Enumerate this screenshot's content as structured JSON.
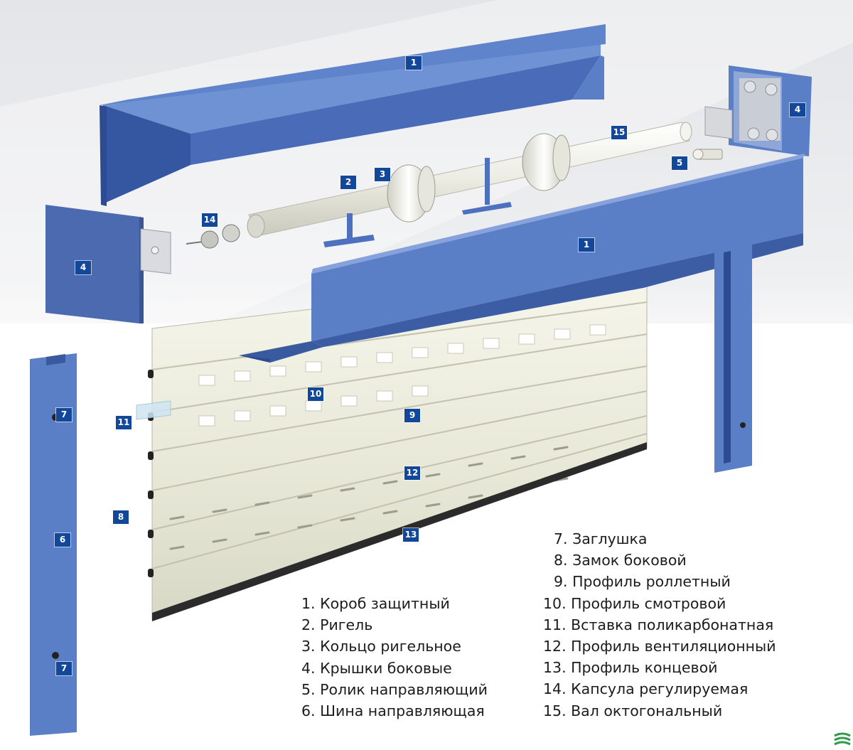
{
  "markers": {
    "m1a": "1",
    "m1b": "1",
    "m2": "2",
    "m3": "3",
    "m4a": "4",
    "m4b": "4",
    "m5": "5",
    "m6": "6",
    "m7a": "7",
    "m7b": "7",
    "m8": "8",
    "m9": "9",
    "m10": "10",
    "m11": "11",
    "m12": "12",
    "m13": "13",
    "m14": "14",
    "m15": "15"
  },
  "legend_left": [
    "1. Короб защитный",
    "2. Ригель",
    "3. Кольцо ригельное",
    "4. Крышки боковые",
    "5. Ролик направляющий",
    "6. Шина направляющая"
  ],
  "legend_right": [
    "7. Заглушка",
    "8. Замок боковой",
    "9. Профиль роллетный",
    "10. Профиль смотровой",
    "11. Вставка поликарбонатная",
    "12. Профиль вентиляционный",
    "13. Профиль концевой",
    "14. Капсула регулируемая",
    "15. Вал октогональный"
  ],
  "colors": {
    "box_blue": "#5b7fc6",
    "box_dark": "#3a5aa0",
    "marker_bg": "#12479a",
    "slat": "#ecedde",
    "logo_green": "#2e9a4a"
  }
}
